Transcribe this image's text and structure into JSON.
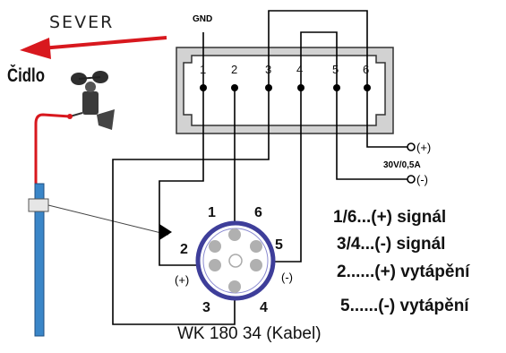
{
  "direction_label": "SEVER",
  "sensor_label": "Čidlo",
  "gnd_label": "GND",
  "supply_label": "30V/0,5A",
  "supply_plus": "(+)",
  "supply_minus": "(-)",
  "terminal_numbers": [
    "1",
    "2",
    "3",
    "4",
    "5",
    "6"
  ],
  "connector_pins": [
    "1",
    "2",
    "3",
    "4",
    "5",
    "6"
  ],
  "connector_plus": "(+)",
  "connector_minus": "(-)",
  "legend": [
    "1/6...(+) signál",
    "3/4...(-) signál",
    "2......(+) vytápění",
    "5......(-) vytápění"
  ],
  "caption": "WK 180 34 (Kabel)",
  "colors": {
    "arrow": "#d8181e",
    "sensor_cable": "#d8181e",
    "mast": "#3a86c8",
    "terminal_block": "#c8c8c8",
    "pin_grey": "#b0b0b0",
    "connector_ring": "#3e3e9a"
  }
}
